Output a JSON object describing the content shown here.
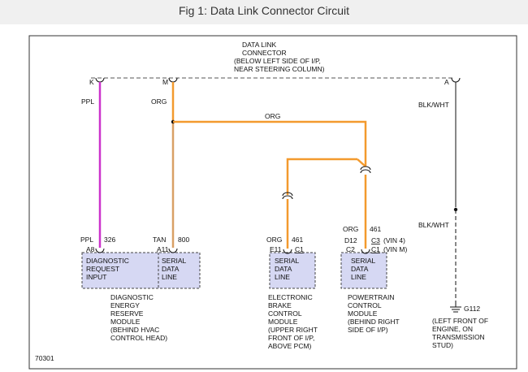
{
  "caption": "Fig 1: Data Link Connector Circuit",
  "colors": {
    "purple_wire": "#cc33cc",
    "orange_wire": "#f39a2e",
    "tan_wire": "#d9a066",
    "black_wire": "#111111",
    "module_fill": "#d6d8f3",
    "caption_bg": "#f0f0f0"
  },
  "connector": {
    "title_lines": [
      "DATA LINK",
      "CONNECTOR",
      "(BELOW LEFT SIDE OF I/P,",
      "NEAR STEERING COLUMN)"
    ],
    "pins": [
      "K",
      "M",
      "A"
    ]
  },
  "wires": {
    "ppl_top": "PPL",
    "org_top": "ORG",
    "org_mid": "ORG",
    "blk_wht_top": "BLK/WHT",
    "blk_wht_bottom": "BLK/WHT",
    "org_ebcm": "ORG",
    "org_pcm": "ORG"
  },
  "module1": {
    "color_label": "PPL",
    "circuit": "326",
    "pin": "A8",
    "terminal_lines": [
      "DIAGNOSTIC",
      "REQUEST",
      "INPUT"
    ],
    "desc_lines": [
      "DIAGNOSTIC",
      "ENERGY",
      "RESERVE",
      "MODULE",
      "(BEHIND HVAC",
      "CONTROL HEAD)"
    ]
  },
  "module1b": {
    "color_label": "TAN",
    "circuit": "800",
    "pin": "A11",
    "terminal_lines": [
      "SERIAL",
      "DATA",
      "LINE"
    ]
  },
  "module2": {
    "color_label": "ORG",
    "circuit": "461",
    "pin": "E11",
    "connector": "C1",
    "terminal_lines": [
      "SERIAL",
      "DATA",
      "LINE"
    ],
    "desc_lines": [
      "ELECTRONIC",
      "BRAKE",
      "CONTROL",
      "MODULE",
      "(UPPER RIGHT",
      "FRONT OF I/P,",
      "ABOVE PCM)"
    ]
  },
  "module3": {
    "color_label": "ORG",
    "circuit": "461",
    "pin_top": "D12",
    "pin_bottom": "C2",
    "connector_top": "C3",
    "connector_top_note": "(VIN 4)",
    "connector_bottom": "C1",
    "connector_bottom_note": "(VIN M)",
    "terminal_lines": [
      "SERIAL",
      "DATA",
      "LINE"
    ],
    "desc_lines": [
      "POWERTRAIN",
      "CONTROL",
      "MODULE",
      "(BEHIND RIGHT",
      "SIDE OF I/P)"
    ]
  },
  "ground": {
    "label": "G112",
    "desc_lines": [
      "(LEFT FRONT OF",
      "ENGINE, ON",
      "TRANSMISSION",
      "STUD)"
    ]
  },
  "figure_id": "70301"
}
